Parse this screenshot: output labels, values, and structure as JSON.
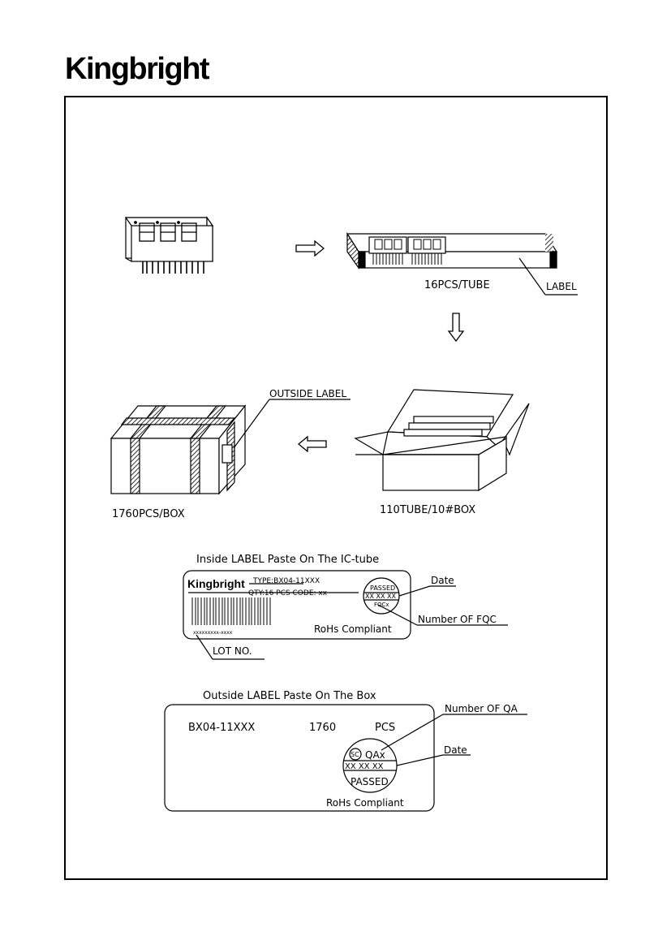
{
  "header": {
    "brand": "Kingbright"
  },
  "packaging": {
    "tube_qty": "16PCS/TUBE",
    "tube_label": "LABEL",
    "outside_label": "OUTSIDE LABEL",
    "box_qty": "1760PCS/BOX",
    "tube_box": "110TUBE/10#BOX"
  },
  "inside_label": {
    "title": "Inside LABEL Paste On The IC-tube",
    "brand": "Kingbright",
    "type_line": "TYPE:BX04-11XXX",
    "qty_line": "QTY:16  PCS   CODE: xx",
    "stamp_top": "PASSED",
    "stamp_mid": "XX  XX  XX",
    "stamp_bottom": "FQCx",
    "date_callout": "Date",
    "fqc_callout": "Number  OF  FQC",
    "rohs": "RoHs  Compliant",
    "lot_code": "xxxxxxxxx-xxxx",
    "lot_callout": "LOT  NO."
  },
  "outside_box_label": {
    "title": "Outside LABEL Paste On The Box",
    "part": "BX04-11XXX",
    "qty": "1760",
    "unit": "PCS",
    "stamp_sc": "SC",
    "stamp_qa": "QAx",
    "stamp_date": "XX  XX  XX",
    "stamp_passed": "PASSED",
    "qa_callout": "Number  OF  QA",
    "date_callout": "Date",
    "rohs": "RoHs  Compliant"
  }
}
